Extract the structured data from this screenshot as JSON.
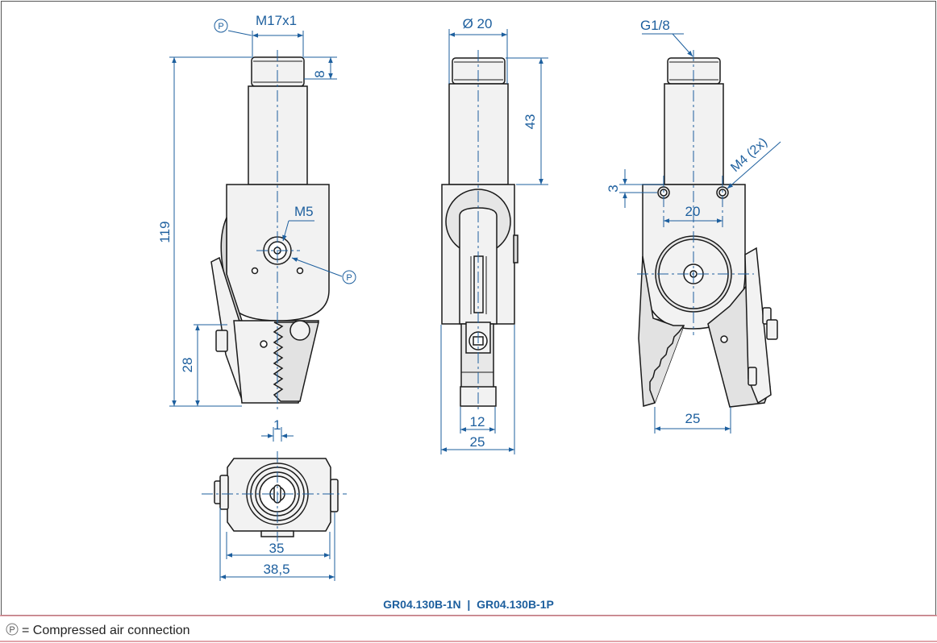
{
  "drawing": {
    "dimensions": {
      "thread_top": "M17x1",
      "thread_height": "8",
      "total_height": "119",
      "air_port": "M5",
      "jaw_height": "28",
      "offset": "1",
      "body_width_inner": "35",
      "body_width_outer": "38,5",
      "diameter": "Ø 20",
      "shaft_length": "43",
      "jaw_inner": "12",
      "side_width": "25",
      "port_thread": "G1/8",
      "mount_thread": "M4 (2x)",
      "mount_offset": "3",
      "mount_spacing": "20",
      "open_width": "25"
    },
    "p_marker": "P",
    "caption": "GR04.130B-1N  |  GR04.130B-1P"
  },
  "legend": {
    "marker": "P",
    "text": "= Compressed air connection"
  },
  "colors": {
    "line": "#1a1a1a",
    "dimension": "#1d5f9e",
    "body_fill": "#f2f2f2",
    "shade": "#d8d8d8",
    "legend_rule": "#d9868f"
  }
}
